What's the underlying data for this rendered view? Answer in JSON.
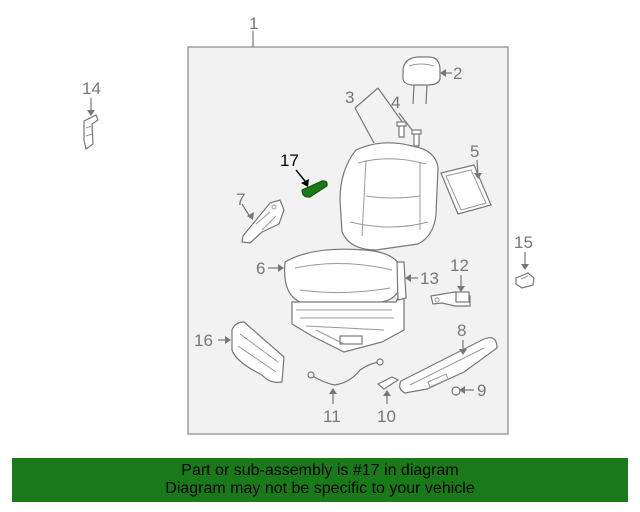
{
  "callouts": {
    "c1": "1",
    "c2": "2",
    "c3": "3",
    "c4": "4",
    "c5": "5",
    "c6": "6",
    "c7": "7",
    "c8": "8",
    "c9": "9",
    "c10": "10",
    "c11": "11",
    "c12": "12",
    "c13": "13",
    "c14": "14",
    "c15": "15",
    "c16": "16",
    "c17": "17"
  },
  "highlighted_part": "17",
  "banner": {
    "line1": "Part or sub-assembly is #17 in diagram",
    "line2": "Diagram may not be specific to your vehicle"
  },
  "colors": {
    "highlight": "#1a7a1a",
    "banner_bg": "#1a7a1a",
    "line": "#777777"
  }
}
